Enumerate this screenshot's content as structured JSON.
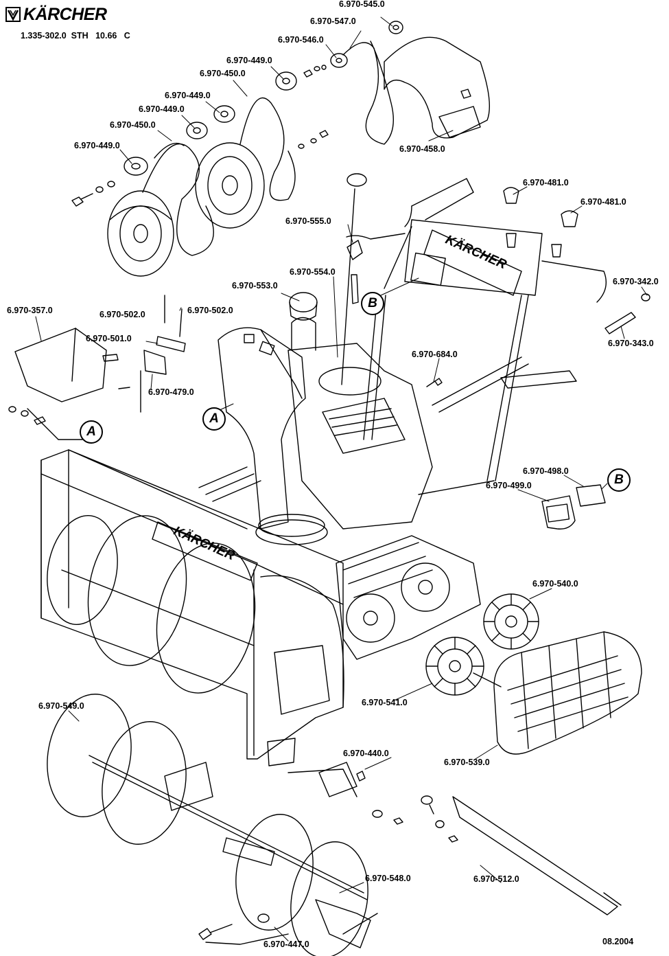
{
  "header": {
    "brand": "KÄRCHER",
    "doc_code": "1.335-302.0  STH   10.66   C"
  },
  "footer": {
    "date": "08.2004"
  },
  "housing_branding": "KÄRCHER",
  "callouts": {
    "A_upper": "A",
    "A_lower": "A",
    "B_upper": "B",
    "B_lower": "B"
  },
  "part_labels": {
    "p545": "6.970-545.0",
    "p547": "6.970-547.0",
    "p546": "6.970-546.0",
    "p449a": "6.970-449.0",
    "p450a": "6.970-450.0",
    "p449b": "6.970-449.0",
    "p449c": "6.970-449.0",
    "p450b": "6.970-450.0",
    "p449d": "6.970-449.0",
    "p458": "6.970-458.0",
    "p481a": "6.970-481.0",
    "p481b": "6.970-481.0",
    "p555": "6.970-555.0",
    "p554": "6.970-554.0",
    "p553": "6.970-553.0",
    "p342": "6.970-342.0",
    "p343": "6.970-343.0",
    "p357": "6.970-357.0",
    "p502a": "6.970-502.0",
    "p502b": "6.970-502.0",
    "p501": "6.970-501.0",
    "p479": "6.970-479.0",
    "p684": "6.970-684.0",
    "p498": "6.970-498.0",
    "p499": "6.970-499.0",
    "p540": "6.970-540.0",
    "p541": "6.970-541.0",
    "p539": "6.970-539.0",
    "p549": "6.970-549.0",
    "p440": "6.970-440.0",
    "p548": "6.970-548.0",
    "p512": "6.970-512.0",
    "p447": "6.970-447.0"
  }
}
